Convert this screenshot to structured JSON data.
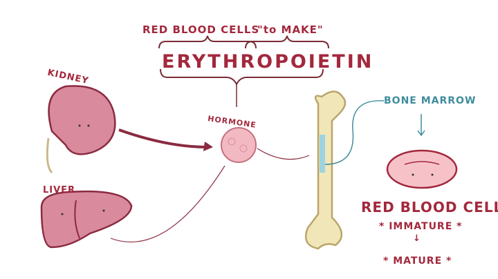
{
  "title": {
    "prefix": "RED BLOOD CELLS",
    "quote": "\"to MAKE\"",
    "word": "ERYTHROPOIETIN"
  },
  "labels": {
    "kidney": "KIDNEY",
    "liver": "LIVER",
    "hormone": "HORMONE",
    "bone_marrow": "BONE MARROW",
    "rbc": "RED BLOOD CELL",
    "immature": "* IMMATURE *",
    "arrow": "↓",
    "mature": "* MATURE *"
  },
  "colors": {
    "text_red": "#a3283d",
    "teal": "#3f8c9c",
    "organ_pink": "#d98a9c",
    "bone": "#f1e6b8"
  }
}
